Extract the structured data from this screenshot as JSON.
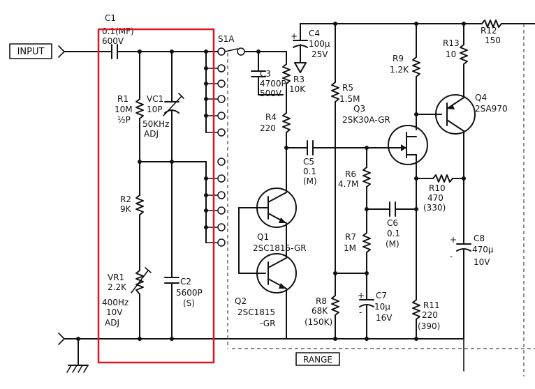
{
  "diagram": {
    "input_label": "INPUT",
    "switch_label": "S1A",
    "range_label": "RANGE",
    "highlight_color": "#e0141e",
    "components": {
      "c1": {
        "name": "C1",
        "v1": "0.1(MF)",
        "v2": "600V"
      },
      "r1": {
        "name": "R1",
        "v1": "10M",
        "v2": "½P"
      },
      "vc1": {
        "name": "VC1",
        "v1": "10P",
        "v2": "50KHz",
        "v3": "ADJ"
      },
      "r2": {
        "name": "R2",
        "v1": "9K"
      },
      "vr1": {
        "name": "VR1",
        "v1": "2.2K",
        "v2": "400Hz",
        "v3": "10V",
        "v4": "ADJ"
      },
      "c2": {
        "name": "C2",
        "v1": "5600P",
        "v2": "(S)"
      },
      "c3": {
        "name": "C3",
        "v1": "4700P",
        "v2": "500V"
      },
      "c4": {
        "name": "C4",
        "v1": "100µ",
        "v2": "25V"
      },
      "r3": {
        "name": "R3",
        "v1": "10K"
      },
      "r4": {
        "name": "R4",
        "v1": "220"
      },
      "c5": {
        "name": "C5",
        "v1": "0.1",
        "v2": "(M)"
      },
      "q1": {
        "name": "Q1",
        "v1": "2SC1815-GR"
      },
      "q2": {
        "name": "Q2",
        "v1": "2SC1815",
        "v2": "-GR"
      },
      "r5": {
        "name": "R5",
        "v1": "1.5M"
      },
      "r6": {
        "name": "R6",
        "v1": "4.7M"
      },
      "r7": {
        "name": "R7",
        "v1": "1M"
      },
      "r8": {
        "name": "R8",
        "v1": "68K",
        "v2": "(150K)"
      },
      "c7": {
        "name": "C7",
        "v1": "10µ",
        "v2": "16V"
      },
      "c6": {
        "name": "C6",
        "v1": "0.1",
        "v2": "(M)"
      },
      "r9": {
        "name": "R9",
        "v1": "1.2K"
      },
      "q3": {
        "name": "Q3",
        "v1": "2SK30A-GR"
      },
      "r10": {
        "name": "R10",
        "v1": "470",
        "v2": "(330)"
      },
      "r11": {
        "name": "R11",
        "v1": "220",
        "v2": "(390)"
      },
      "r12": {
        "name": "R12",
        "v1": "150"
      },
      "r13": {
        "name": "R13",
        "v1": "10"
      },
      "q4": {
        "name": "Q4",
        "v1": "2SA970"
      },
      "c8": {
        "name": "C8",
        "v1": "470µ",
        "v2": "10V"
      }
    }
  }
}
